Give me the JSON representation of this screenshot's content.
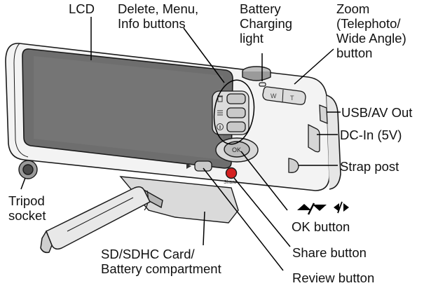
{
  "labels": {
    "lcd": "LCD",
    "delete_menu_info": "Delete, Menu,\nInfo buttons",
    "battery_light": "Battery\nCharging\nlight",
    "zoom": "Zoom\n(Telephoto/\nWide Angle)\nbutton",
    "usb_av": "USB/AV Out",
    "dc_in": "DC-In (5V)",
    "strap_post": "Strap post",
    "tripod": "Tripod\nsocket",
    "ok_button": "OK button",
    "share_button": "Share button",
    "sd_card": "SD/SDHC Card/\nBattery compartment",
    "review_button": "Review button"
  },
  "camera_text": {
    "ok": "OK",
    "share": "Share",
    "w": "W",
    "t": "T"
  },
  "colors": {
    "body_fill": "#f4f4f4",
    "outline": "#1a1a1a",
    "button_fill": "#c9c9c9",
    "share_red": "#d42020",
    "leader": "#000000"
  },
  "icons": [
    "trash-icon",
    "menu-icon",
    "info-icon",
    "review-icon",
    "left-right-arrows-icon"
  ]
}
